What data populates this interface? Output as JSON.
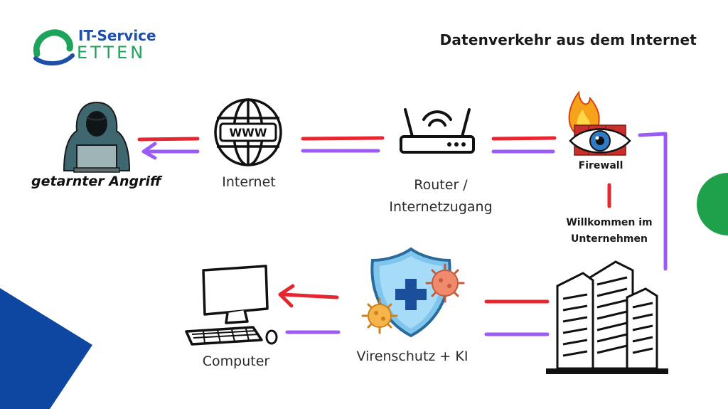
{
  "logo": {
    "line1": "IT-Service",
    "line2": "ETTEN"
  },
  "title": "Datenverkehr aus dem Internet",
  "nodes": {
    "attacker": "getarnter Angriff",
    "internet": "Internet",
    "router": "Router /\nInternetzugang",
    "firewall": "Firewall",
    "company": "Willkommen im Unternehmen",
    "antivirus": "Virenschutz + KI",
    "computer": "Computer"
  },
  "icons": {
    "attacker": "hooded-hacker-icon",
    "internet": "globe-www-icon",
    "router": "router-icon",
    "firewall": "fire-eye-icon",
    "company": "office-buildings-icon",
    "antivirus": "shield-virus-icon",
    "computer": "computer-icon"
  },
  "colors": {
    "red_line": "#e8262f",
    "purple_line": "#9b5cf5",
    "brand_blue": "#1f4fa8",
    "brand_green": "#1ea35a",
    "corner_blue": "#0d47a1"
  }
}
